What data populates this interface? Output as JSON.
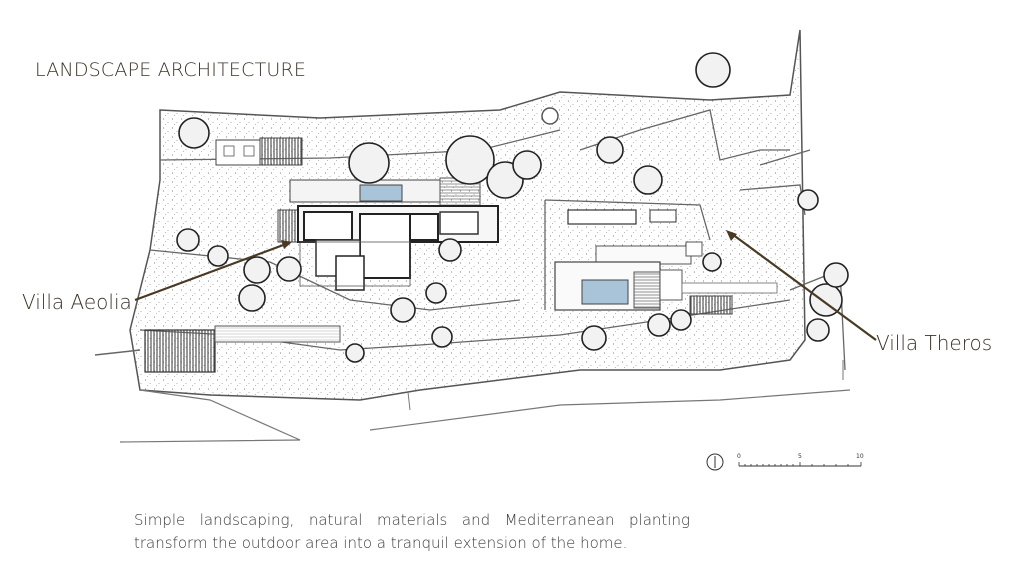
{
  "heading": "LANDSCAPE ARCHITECTURE",
  "labels": {
    "villa_aeolia": "Villa Aeolia",
    "villa_theros": "Villa Theros"
  },
  "caption": "Simple landscaping, natural materials and Mediterranean planting transform the outdoor area into a tranquil extension of the home.",
  "scale_bar": {
    "ticks": [
      "0",
      "5",
      "10"
    ]
  },
  "colors": {
    "ink": "#3a3226",
    "arrow": "#4a3a24",
    "pool": "#a9c3d9",
    "hatch": "#555555"
  },
  "icons": [
    "north-arrow-icon"
  ]
}
